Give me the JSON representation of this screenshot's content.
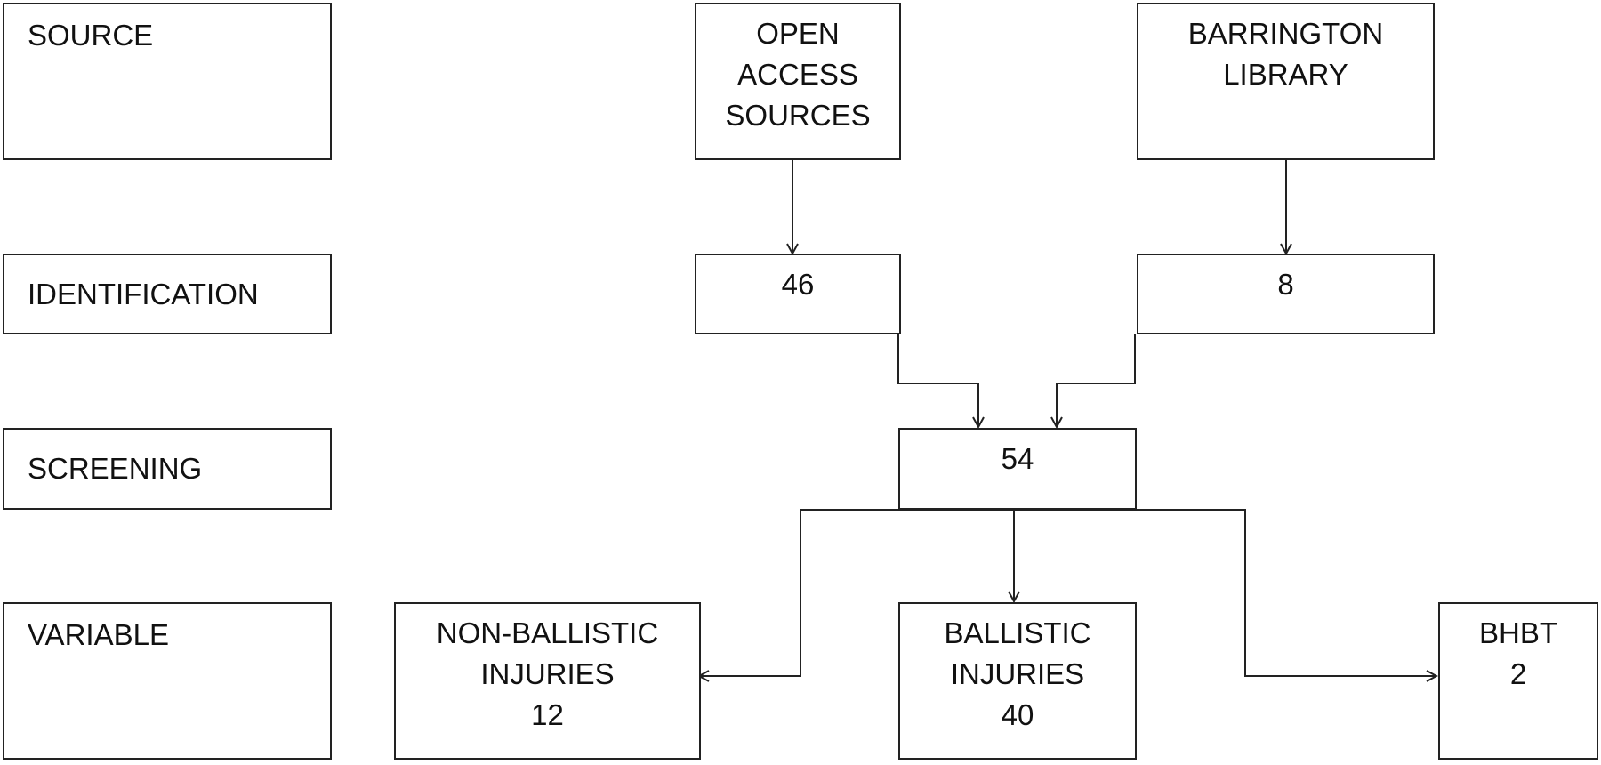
{
  "stages": {
    "source": "SOURCE",
    "identification": "IDENTIFICATION",
    "screening": "SCREENING",
    "variable": "VARIABLE"
  },
  "nodes": {
    "open_access": {
      "lines": [
        "OPEN",
        "ACCESS",
        "SOURCES"
      ]
    },
    "barrington": {
      "lines": [
        "BARRINGTON",
        "LIBRARY"
      ]
    },
    "id_open_access": {
      "value": "46"
    },
    "id_barrington": {
      "value": "8"
    },
    "screening_total": {
      "value": "54"
    },
    "non_ballistic": {
      "lines": [
        "NON-BALLISTIC",
        "INJURIES",
        "12"
      ]
    },
    "ballistic": {
      "lines": [
        "BALLISTIC",
        "INJURIES",
        "40"
      ]
    },
    "bhbt": {
      "lines": [
        "BHBT",
        "2"
      ]
    }
  }
}
